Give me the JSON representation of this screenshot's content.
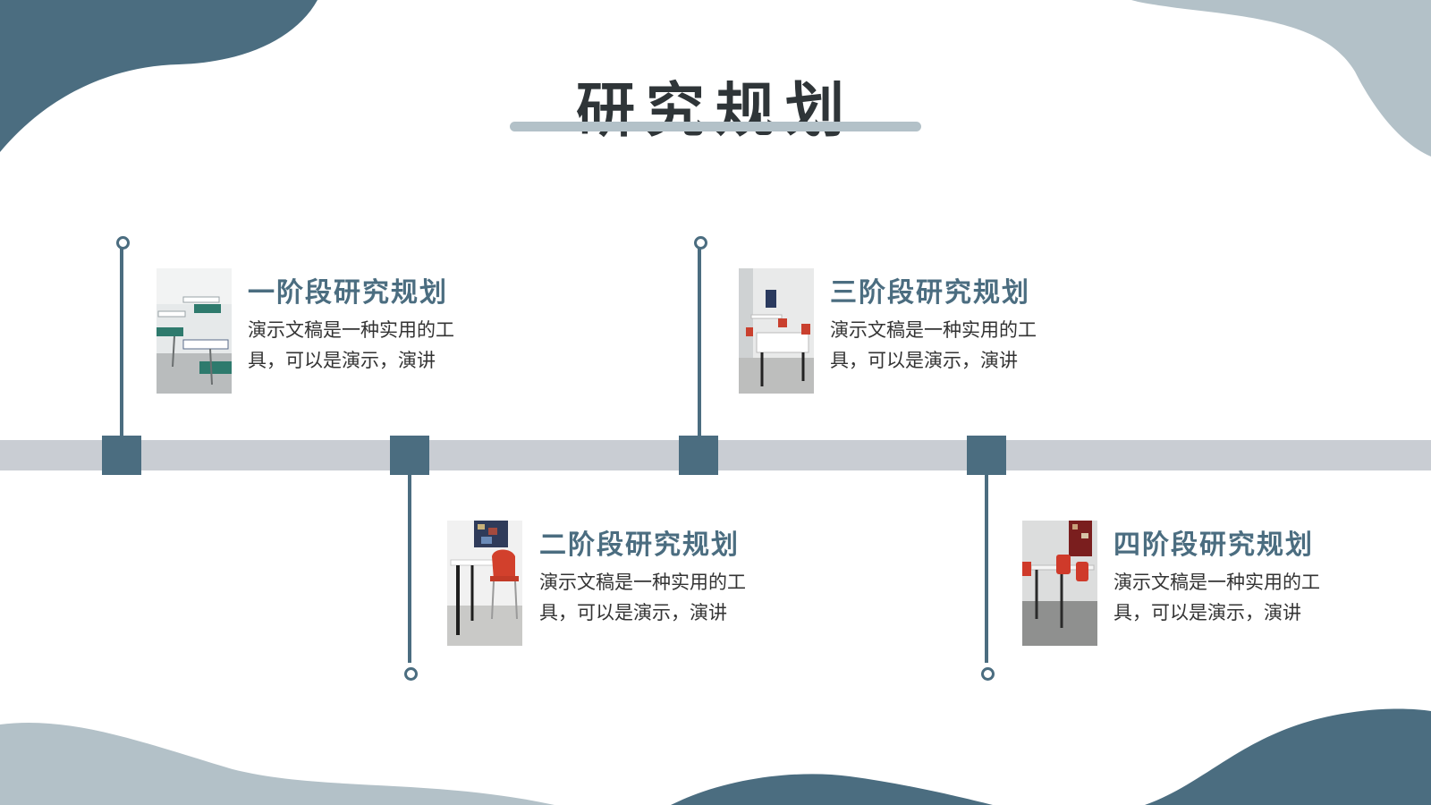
{
  "page": {
    "title": "研究规划"
  },
  "colors": {
    "accent": "#4b6d80",
    "light_accent": "#b3c1c8",
    "timeline": "#c9cdd3",
    "text": "#333333"
  },
  "stages": [
    {
      "title": "一阶段研究规划",
      "description": "演示文稿是一种实用的工具，可以是演示，演讲"
    },
    {
      "title": "二阶段研究规划",
      "description": "演示文稿是一种实用的工具，可以是演示，演讲"
    },
    {
      "title": "三阶段研究规划",
      "description": "演示文稿是一种实用的工具，可以是演示，演讲"
    },
    {
      "title": "四阶段研究规划",
      "description": "演示文稿是一种实用的工具，可以是演示，演讲"
    }
  ]
}
